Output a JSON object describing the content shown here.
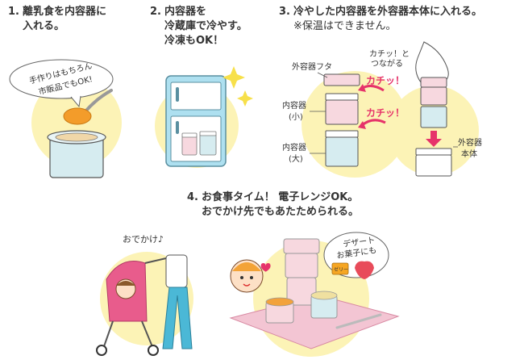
{
  "steps": [
    {
      "number": "1.",
      "lines": [
        "離乳食を内容器に",
        "入れる。"
      ],
      "bubble": [
        "手作りはもちろん",
        "市販品でもOK!"
      ]
    },
    {
      "number": "2.",
      "lines": [
        "内容器を",
        "冷蔵庫で冷やす。",
        "冷凍もOK！"
      ]
    },
    {
      "number": "3.",
      "lines": [
        "冷やした内容器を外容器本体に入れる。",
        "※保温はできません。"
      ],
      "labels": {
        "outer_lid": "外容器フタ",
        "inner_small": [
          "内容器",
          "(小)"
        ],
        "inner_large": [
          "内容器",
          "(大)"
        ],
        "outer_body": [
          "外容器",
          "本体"
        ],
        "click_note": [
          "カチッ！と",
          "つながる"
        ],
        "click_sound": "カチッ！"
      }
    },
    {
      "number": "4.",
      "lines": [
        "お食事タイム！ 電子レンジOK。",
        "おでかけ先でもあたためられる。"
      ],
      "outing": "おでかけ♪",
      "dessert": [
        "デザート",
        "お菓子にも"
      ],
      "jelly_label": "ゼリー"
    }
  ],
  "colors": {
    "highlight_yellow": "#fcf3b6",
    "arrow_pink": "#e6336a",
    "container_blue": "#d6ecf0",
    "container_pink": "#f7d8df",
    "fridge_blue": "#aee0f0"
  }
}
